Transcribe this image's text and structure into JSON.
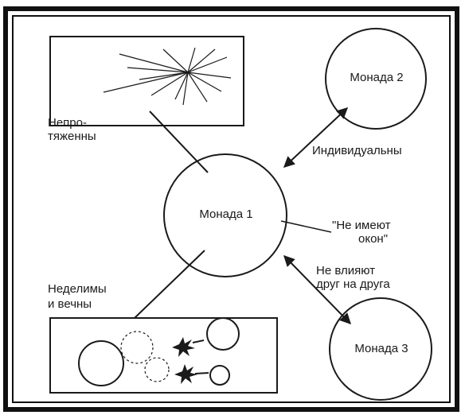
{
  "title": "",
  "nodes": {
    "monad1": "Монада 1",
    "monad2": "Монада 2",
    "monad3": "Монада 3"
  },
  "labels": {
    "neprotyazhenny_line1": "Непро-",
    "neprotyazhenny_line2": "тяженны",
    "individualny": "Индивидуальны",
    "ne_imeyut_line1": "\"Не имеют",
    "ne_imeyut_line2": "окон\"",
    "ne_vliyayut_line1": "Не влияют",
    "ne_vliyayut_line2": "друг на друга",
    "nedelimy_line1": "Неделимы",
    "nedelimy_line2": "и вечны"
  },
  "colors": {
    "ink": "#1a1a1a",
    "frame": "#111111",
    "background": "#ffffff"
  }
}
